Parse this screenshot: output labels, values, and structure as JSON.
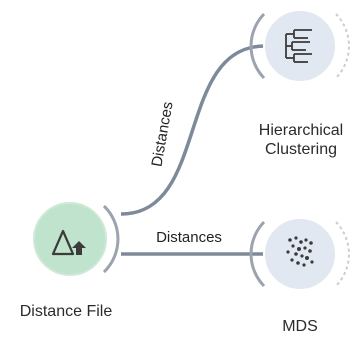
{
  "workflow": {
    "nodes": {
      "distance_file": {
        "label": "Distance File",
        "icon": "distance-file-icon",
        "color": "#bfe3cc"
      },
      "hierarchical_clustering": {
        "label_line1": "Hierarchical",
        "label_line2": "Clustering",
        "icon": "dendrogram-icon",
        "color": "#e2e8f1"
      },
      "mds": {
        "label": "MDS",
        "icon": "mds-scatter-icon",
        "color": "#e2e8f1"
      }
    },
    "links": [
      {
        "from": "distance_file",
        "to": "hierarchical_clustering",
        "label": "Distances"
      },
      {
        "from": "distance_file",
        "to": "mds",
        "label": "Distances"
      }
    ],
    "colors": {
      "link": "#7e8a99",
      "node_border": "#d6dbe2",
      "icon_dark": "#3b3b3b"
    }
  }
}
